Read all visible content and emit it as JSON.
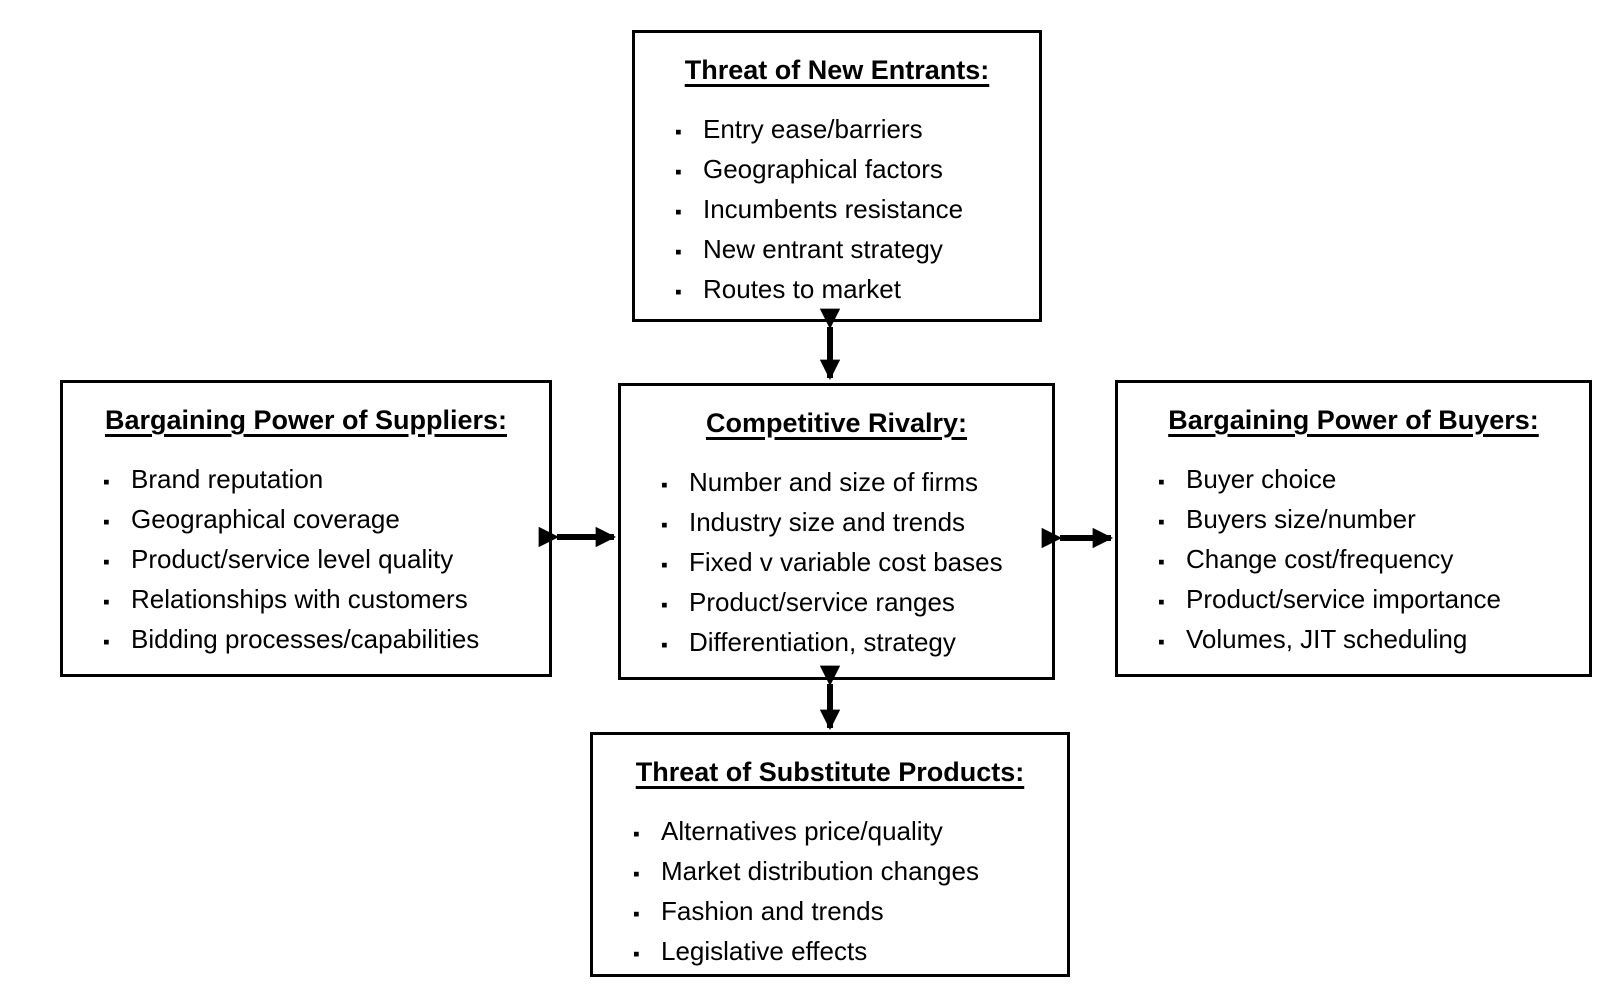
{
  "diagram": {
    "title_semantic": "Porter's Five Forces",
    "bullet_glyph": "▪",
    "colors": {
      "background": "#ffffff",
      "box_border": "#000000",
      "text": "#000000",
      "arrow": "#000000"
    },
    "boxes": [
      {
        "id": "threat-of-new-entrants",
        "title": "Threat of New Entrants:",
        "items": [
          "Entry ease/barriers",
          "Geographical factors",
          "Incumbents resistance",
          "New entrant strategy",
          "Routes to market"
        ]
      },
      {
        "id": "bargaining-power-of-suppliers",
        "title": "Bargaining Power of Suppliers:",
        "items": [
          "Brand reputation",
          "Geographical coverage",
          "Product/service level quality",
          "Relationships with customers",
          "Bidding processes/capabilities"
        ]
      },
      {
        "id": "competitive-rivalry",
        "title": "Competitive Rivalry:",
        "items": [
          "Number and size of firms",
          "Industry size and trends",
          "Fixed v variable cost bases",
          "Product/service ranges",
          "Differentiation, strategy"
        ]
      },
      {
        "id": "bargaining-power-of-buyers",
        "title": "Bargaining Power of Buyers:",
        "items": [
          "Buyer choice",
          "Buyers size/number",
          "Change cost/frequency",
          "Product/service importance",
          "Volumes, JIT scheduling"
        ]
      },
      {
        "id": "threat-of-substitute-products",
        "title": "Threat of Substitute Products:",
        "items": [
          "Alternatives price/quality",
          "Market distribution changes",
          "Fashion and trends",
          "Legislative effects"
        ]
      }
    ]
  }
}
